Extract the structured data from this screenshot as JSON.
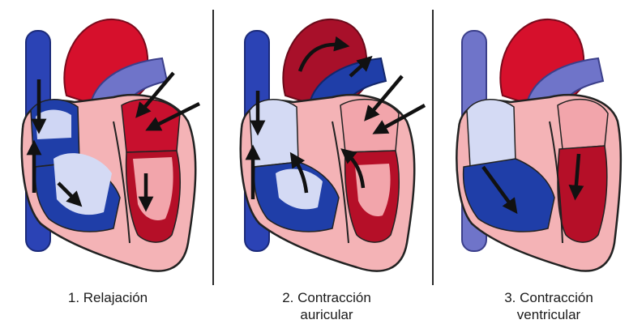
{
  "panels": [
    {
      "caption_lines": [
        "1. Relajación"
      ]
    },
    {
      "caption_lines": [
        "2. Contracción",
        "auricular"
      ]
    },
    {
      "caption_lines": [
        "3. Contracción",
        "ventricular"
      ]
    }
  ],
  "colors": {
    "oxygenated": "#c8102e",
    "oxygenated_dark": "#8e0f2a",
    "deoxygenated": "#1f3ea8",
    "deoxygenated_light": "#d4daf4",
    "vessel_blue": "#3a4fb0",
    "heart_wall": "#f4b3b6",
    "outline": "#222222",
    "divider": "#2a2a2a"
  },
  "icons": [
    "arrow-icon"
  ]
}
